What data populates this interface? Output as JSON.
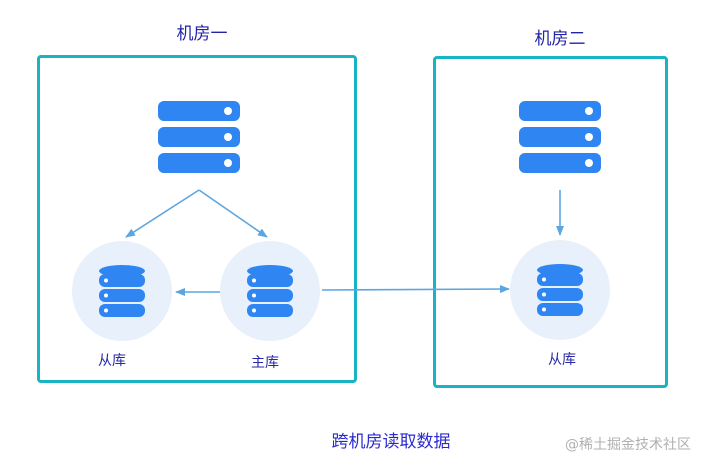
{
  "rooms": {
    "room_one": {
      "title": "机房一"
    },
    "room_two": {
      "title": "机房二"
    }
  },
  "databases": {
    "slave_one_label": "从库",
    "master_label": "主库",
    "slave_two_label": "从库"
  },
  "caption": "跨机房读取数据",
  "watermark": "@稀土掘金技术社区",
  "colors": {
    "room_border": "#19b4c4",
    "server": "#2f86f2",
    "db_circle": "#e8f0fb",
    "arrow": "#5ba5e0",
    "text_dark_blue": "#2323a8",
    "caption_blue": "#2a2ad0"
  },
  "icons": [
    "server-rack-icon",
    "database-icon"
  ]
}
